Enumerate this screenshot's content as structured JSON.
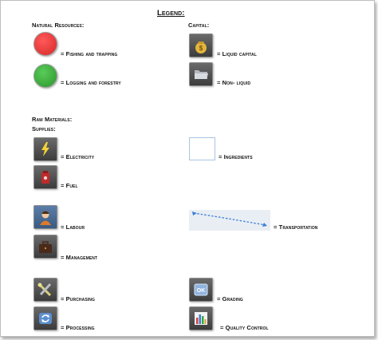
{
  "legend": {
    "title": "Legend:"
  },
  "natural_resources": {
    "heading": "Natural Resources:",
    "fishing_label": "= Fishing and trapping",
    "fishing_color": "#e23b3b",
    "logging_label": "= Logging and forestry",
    "logging_color": "#3aa63a"
  },
  "capital": {
    "heading": "Capital:",
    "liquid_label": "= Liquid capital",
    "liquid_icon": "money-bag-icon",
    "nonliquid_label": "= Non- liquid",
    "nonliquid_icon": "folder-icon"
  },
  "raw_materials": {
    "heading": "Raw Materials:",
    "supplies_heading": "Supplies:",
    "electricity_label": "= Electricity",
    "fuel_label": "= Fuel",
    "ingredients_label": "= Ingredients",
    "labour_label": "= Labour",
    "transportation_label": "= Transportation",
    "transportation_color": "#3a7fd5",
    "management_label": "= Management",
    "purchasing_label": "= Purchasing",
    "grading_label": "= Grading",
    "grading_icon_text": "OK",
    "processing_label": "= Processing",
    "quality_label": "= Quality Control"
  }
}
